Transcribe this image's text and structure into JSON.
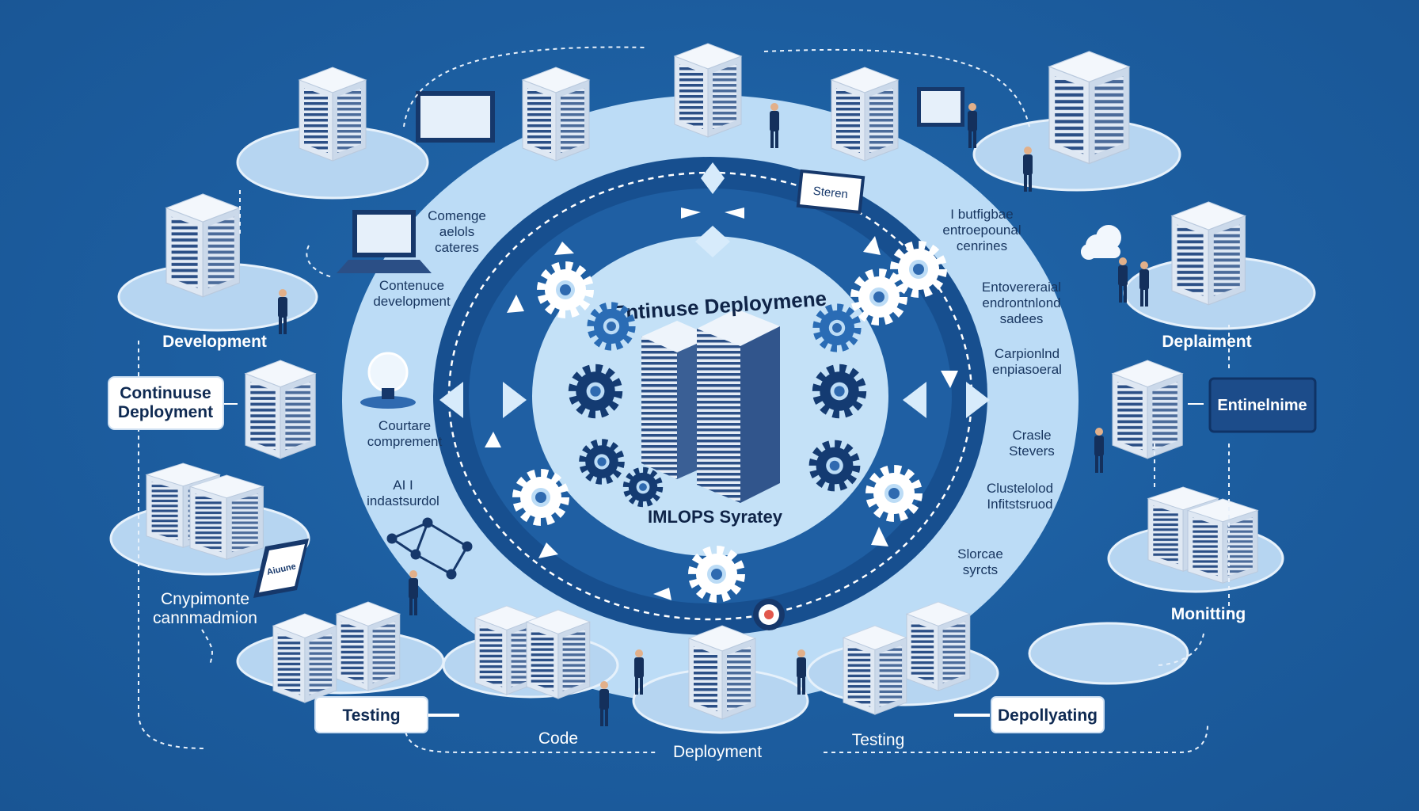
{
  "center": {
    "title": "Entinuse Deploymene",
    "subtitle": "IMLOPS Syratey",
    "sign": "Steren"
  },
  "ring_labels": {
    "left": [
      [
        "Comenge",
        "aelols",
        "cateres"
      ],
      [
        "Contenuce",
        "development"
      ],
      [
        "Courtare",
        "comprement"
      ],
      [
        "AI I",
        "indastsurdol"
      ]
    ],
    "right": [
      [
        "I butfigbae",
        "entroepounal",
        "cenrines"
      ],
      [
        "Entovereraial",
        "endrontnlond",
        "sadees"
      ],
      [
        "Carpionlnd",
        "enpiasoeral"
      ],
      [
        "Crasle",
        "Stevers"
      ],
      [
        "Clustelolod",
        "Infitstsruod"
      ],
      [
        "Slorcae",
        "syrcts"
      ]
    ]
  },
  "outer_labels": {
    "development": "Development",
    "deplaiment": "Deplaiment",
    "monitting": "Monitting",
    "cnypimonte": [
      "Cnypimonte",
      "cannmadmion"
    ],
    "code": "Code",
    "deployment": "Deployment",
    "testing": "Testing"
  },
  "boxes": {
    "continuous_deployment": [
      "Continuuse",
      "Deployment"
    ],
    "testing": "Testing",
    "deploying": "Depollyating",
    "entinelnime": "Entinelnime"
  },
  "laptop_label": "Aiuune",
  "colors": {
    "background": "#1c5d9f",
    "light_ring": "#bcdcf6",
    "dark_ring": "#174f8f",
    "navy": "#16386b"
  }
}
